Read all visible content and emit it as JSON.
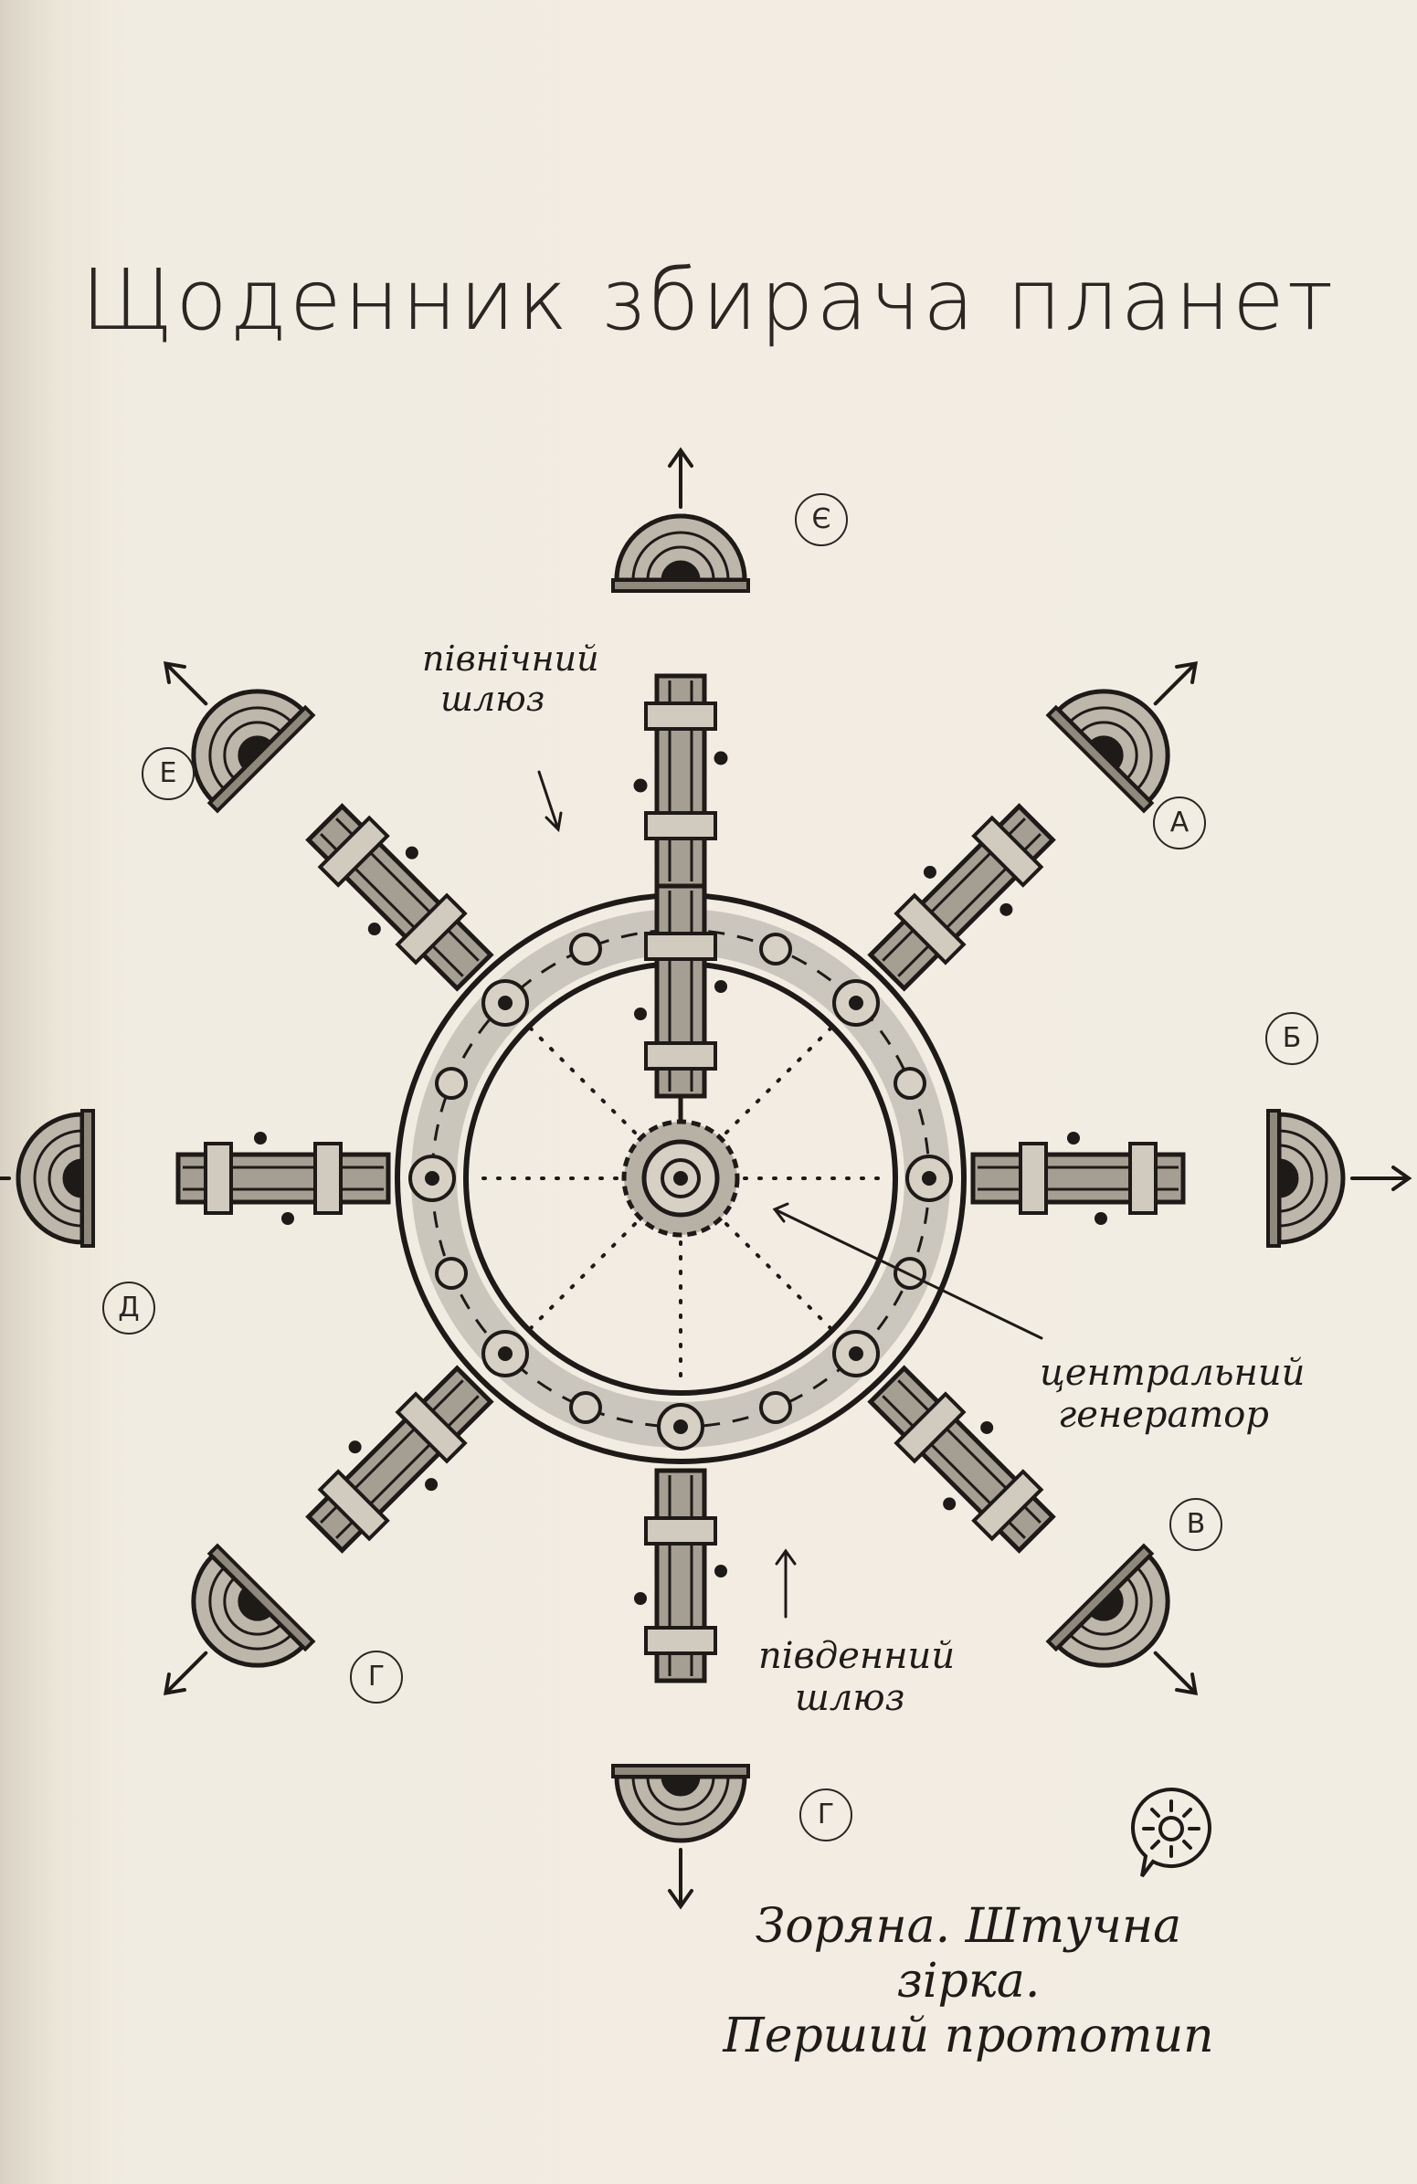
{
  "title": "Щоденник збирача планет",
  "labels": {
    "north_lock": [
      "північний",
      "шлюз"
    ],
    "south_lock": [
      "південний",
      "шлюз"
    ],
    "central_generator": [
      "центральний",
      "генератор"
    ]
  },
  "module_letters": {
    "top": "Є",
    "top_left": "Е",
    "top_right": "А",
    "right": "Б",
    "bottom_right": "В",
    "bottom": "Г",
    "bottom_left": "Г",
    "left": "Д"
  },
  "caption": [
    "Зоряна. Штучна зірка.",
    "Перший прототип"
  ],
  "icons": [
    "sun-icon"
  ]
}
